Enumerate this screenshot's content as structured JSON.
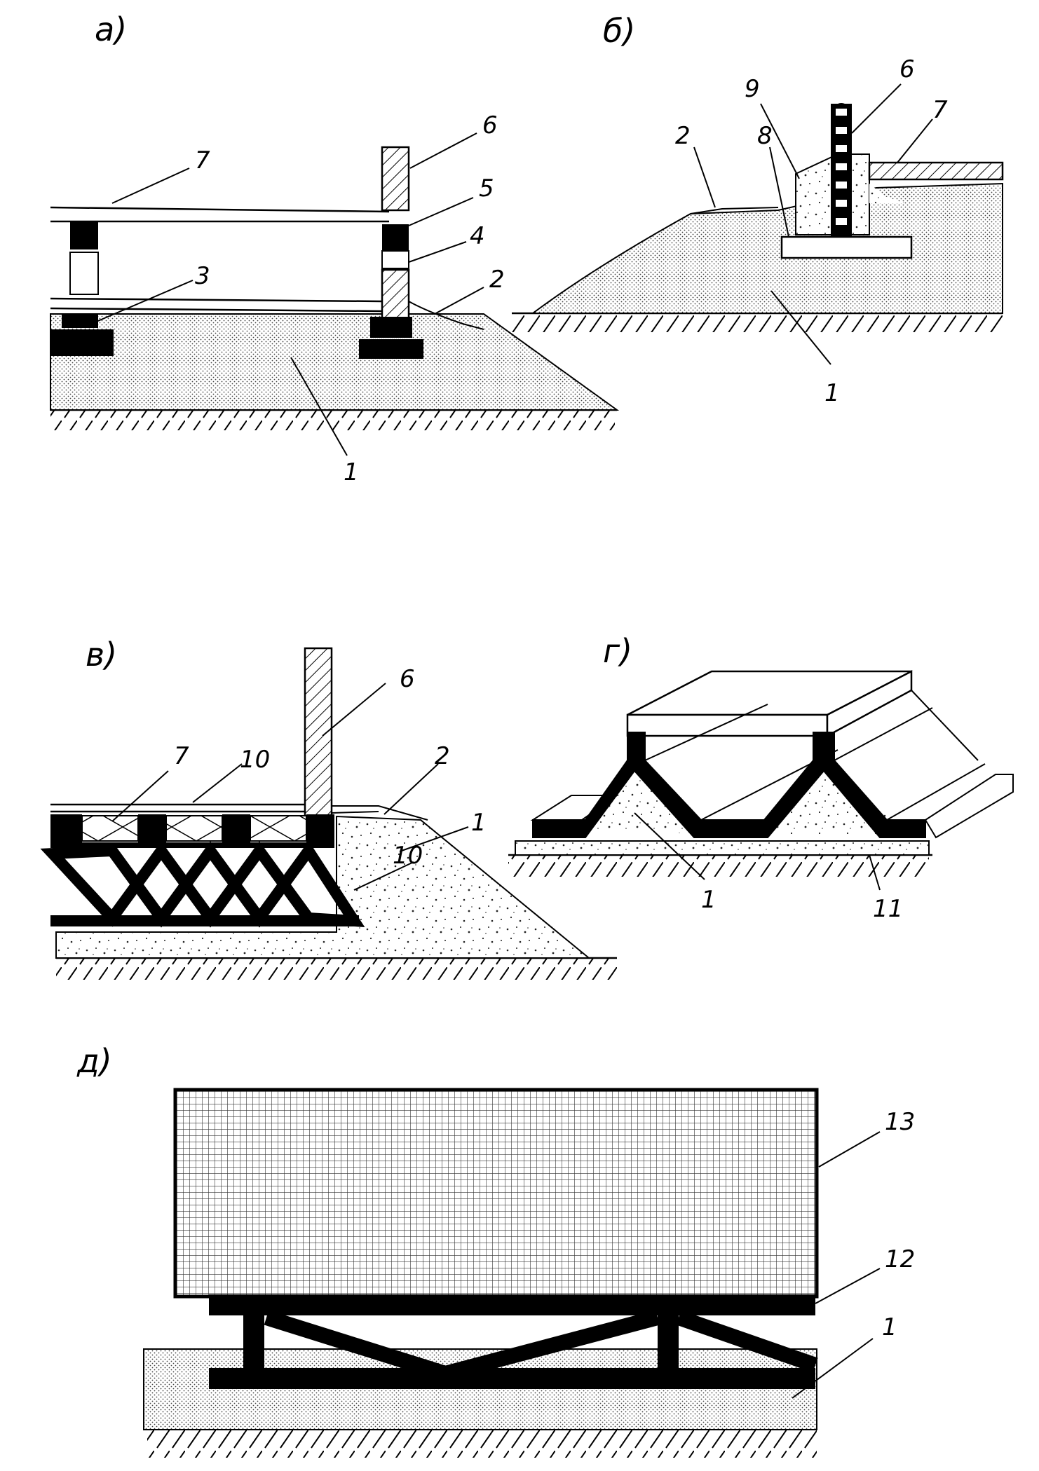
{
  "panels": {
    "a": {
      "label": "а)",
      "callouts": {
        "n1": "1",
        "n2": "2",
        "n3": "3",
        "n4": "4",
        "n5": "5",
        "n6": "6",
        "n7": "7"
      }
    },
    "b": {
      "label": "б)",
      "callouts": {
        "n1": "1",
        "n2": "2",
        "n6": "6",
        "n7": "7",
        "n8": "8",
        "n9": "9"
      }
    },
    "v": {
      "label": "в)",
      "callouts": {
        "n1": "1",
        "n2": "2",
        "n6": "6",
        "n7": "7",
        "n10a": "10",
        "n10b": "10"
      }
    },
    "g": {
      "label": "г)",
      "callouts": {
        "n1": "1",
        "n11": "11"
      }
    },
    "d": {
      "label": "д)",
      "callouts": {
        "n1": "1",
        "n12": "12",
        "n13": "13"
      }
    }
  },
  "colors": {
    "ink": "#000000",
    "paper": "#ffffff",
    "fill_grey": "#d9d9d9"
  }
}
